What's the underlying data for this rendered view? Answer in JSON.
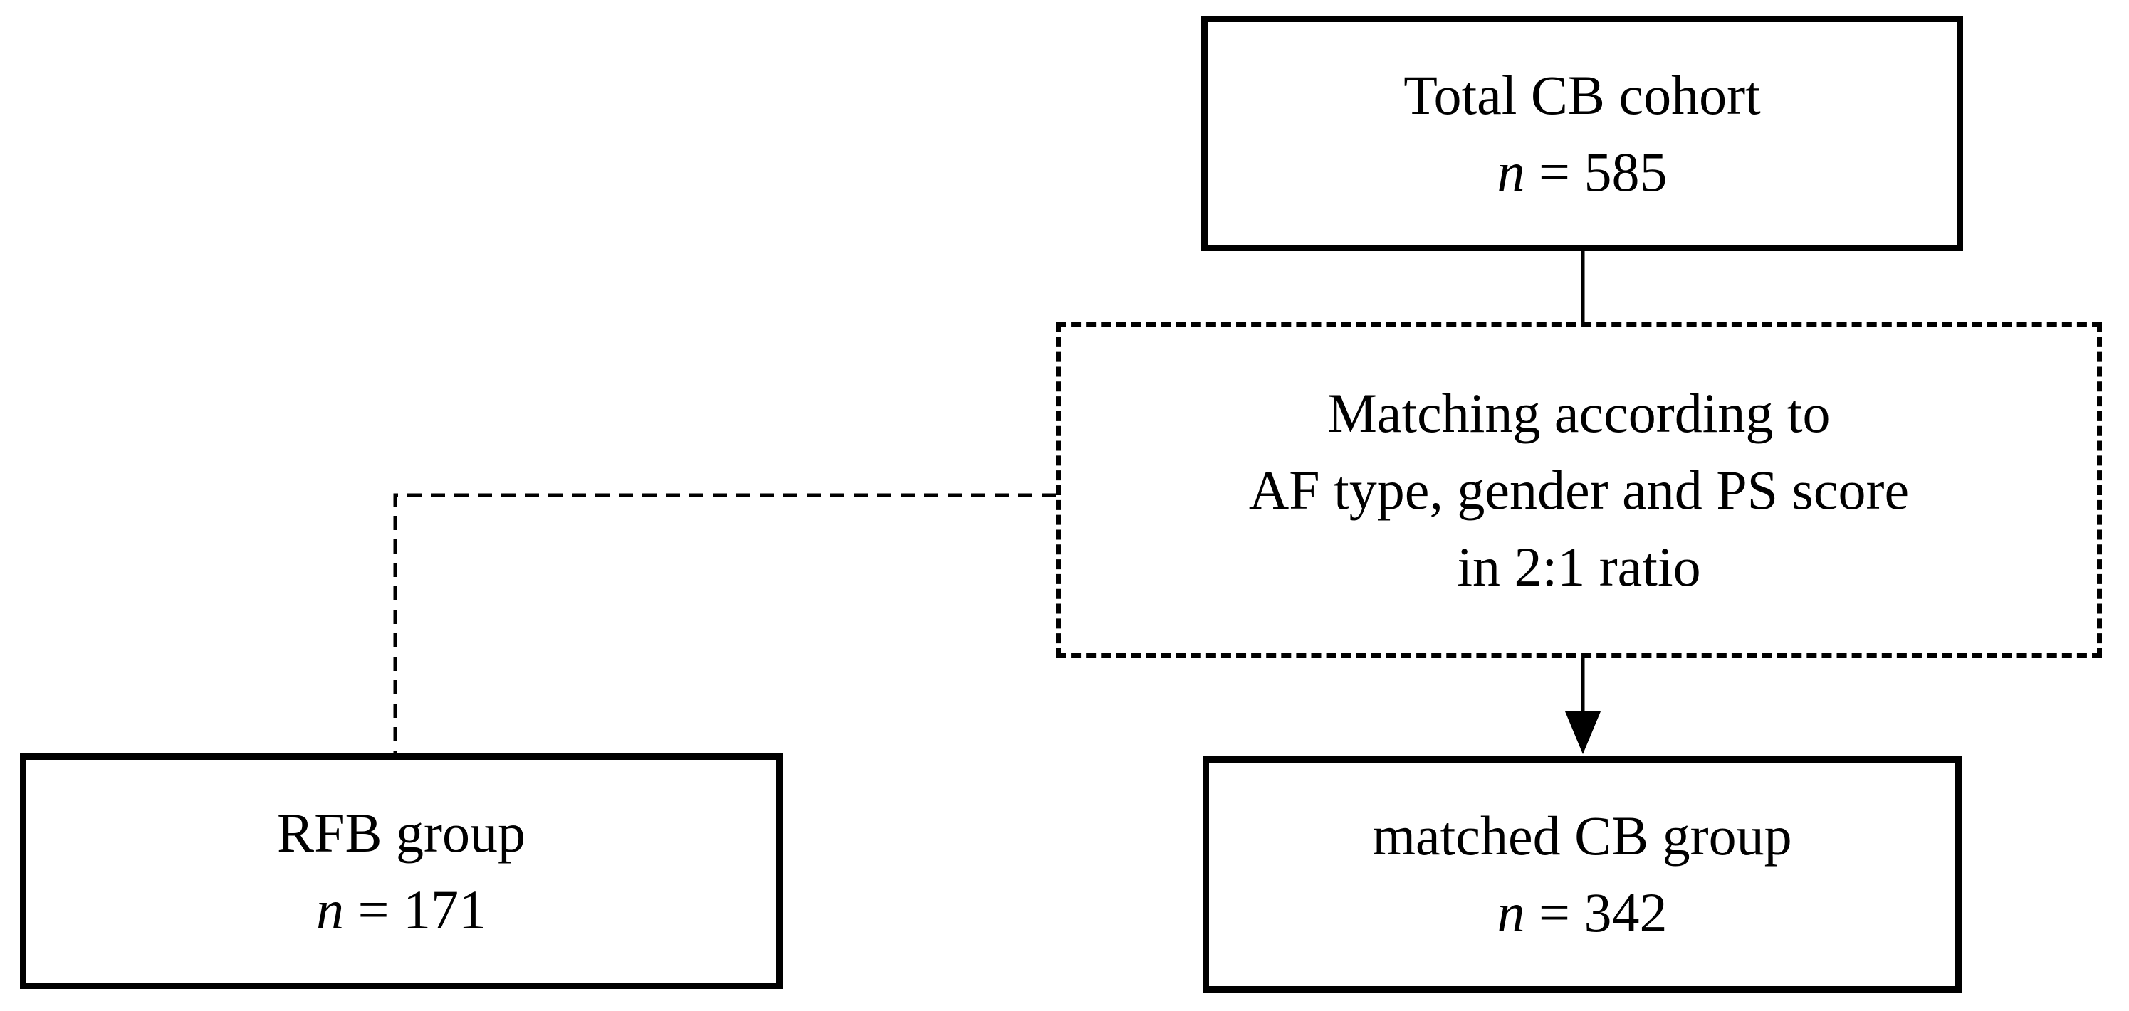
{
  "figure": {
    "kind": "flowchart",
    "background_color": "#ffffff",
    "stroke_color": "#000000"
  },
  "nodes": {
    "total_cohort": {
      "label": "Total CB cohort",
      "n_symbol": "n",
      "n_rest": " = 585",
      "border_style": "solid"
    },
    "matching": {
      "line1": "Matching according to",
      "line2": "AF type, gender and PS score",
      "line3": "in 2:1 ratio",
      "border_style": "dashed"
    },
    "rfb_group": {
      "label": "RFB group",
      "n_symbol": "n",
      "n_rest": " = 171",
      "border_style": "solid"
    },
    "matched_cb_group": {
      "label": "matched CB group",
      "n_symbol": "n",
      "n_rest": " = 342",
      "border_style": "solid"
    }
  },
  "edges": [
    {
      "from": "total_cohort",
      "to": "matching",
      "style": "solid",
      "arrowhead": false
    },
    {
      "from": "matching",
      "to": "matched_cb_group",
      "style": "solid",
      "arrowhead": true
    },
    {
      "from": "matching",
      "to": "rfb_group",
      "style": "dashed",
      "arrowhead": false
    }
  ]
}
